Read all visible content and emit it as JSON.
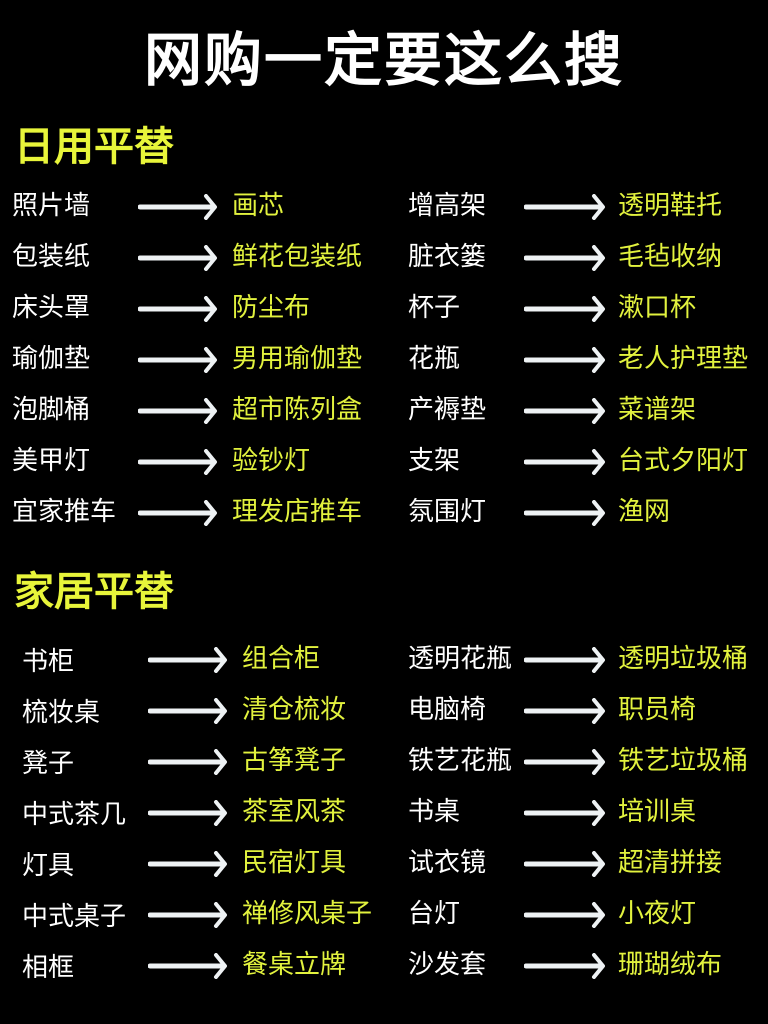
{
  "title": "网购一定要这么搜",
  "sections": [
    {
      "heading": "日用平替",
      "rows": [
        [
          {
            "from": "照片墙",
            "to": "画芯"
          },
          {
            "from": "增高架",
            "to": "透明鞋托"
          }
        ],
        [
          {
            "from": "包装纸",
            "to": "鲜花包装纸"
          },
          {
            "from": "脏衣篓",
            "to": "毛毡收纳"
          }
        ],
        [
          {
            "from": "床头罩",
            "to": "防尘布"
          },
          {
            "from": "杯子",
            "to": "漱口杯"
          }
        ],
        [
          {
            "from": "瑜伽垫",
            "to": "男用瑜伽垫"
          },
          {
            "from": "花瓶",
            "to": "老人护理垫"
          }
        ],
        [
          {
            "from": "泡脚桶",
            "to": "超市陈列盒"
          },
          {
            "from": "产褥垫",
            "to": "菜谱架"
          }
        ],
        [
          {
            "from": "美甲灯",
            "to": "验钞灯"
          },
          {
            "from": "支架",
            "to": "台式夕阳灯"
          }
        ],
        [
          {
            "from": "宜家推车",
            "to": "理发店推车"
          },
          {
            "from": "氛围灯",
            "to": "渔网"
          }
        ]
      ]
    },
    {
      "heading": "家居平替",
      "rows": [
        [
          {
            "from": "书柜",
            "to": "组合柜"
          },
          {
            "from": "透明花瓶",
            "to": "透明垃圾桶"
          }
        ],
        [
          {
            "from": "梳妆桌",
            "to": "清仓梳妆"
          },
          {
            "from": "电脑椅",
            "to": "职员椅"
          }
        ],
        [
          {
            "from": "凳子",
            "to": "古筝凳子"
          },
          {
            "from": "铁艺花瓶",
            "to": "铁艺垃圾桶"
          }
        ],
        [
          {
            "from": "中式茶几",
            "to": "茶室风茶"
          },
          {
            "from": "书桌",
            "to": "培训桌"
          }
        ],
        [
          {
            "from": "灯具",
            "to": "民宿灯具"
          },
          {
            "from": "试衣镜",
            "to": "超清拼接"
          }
        ],
        [
          {
            "from": "中式桌子",
            "to": "禅修风桌子"
          },
          {
            "from": "台灯",
            "to": "小夜灯"
          }
        ],
        [
          {
            "from": "相框",
            "to": "餐桌立牌"
          },
          {
            "from": "沙发套",
            "to": "珊瑚绒布"
          }
        ]
      ]
    }
  ],
  "colors": {
    "background": "#000000",
    "heading": "#e8f53a",
    "result": "#e2f23e",
    "text": "#ffffff"
  }
}
